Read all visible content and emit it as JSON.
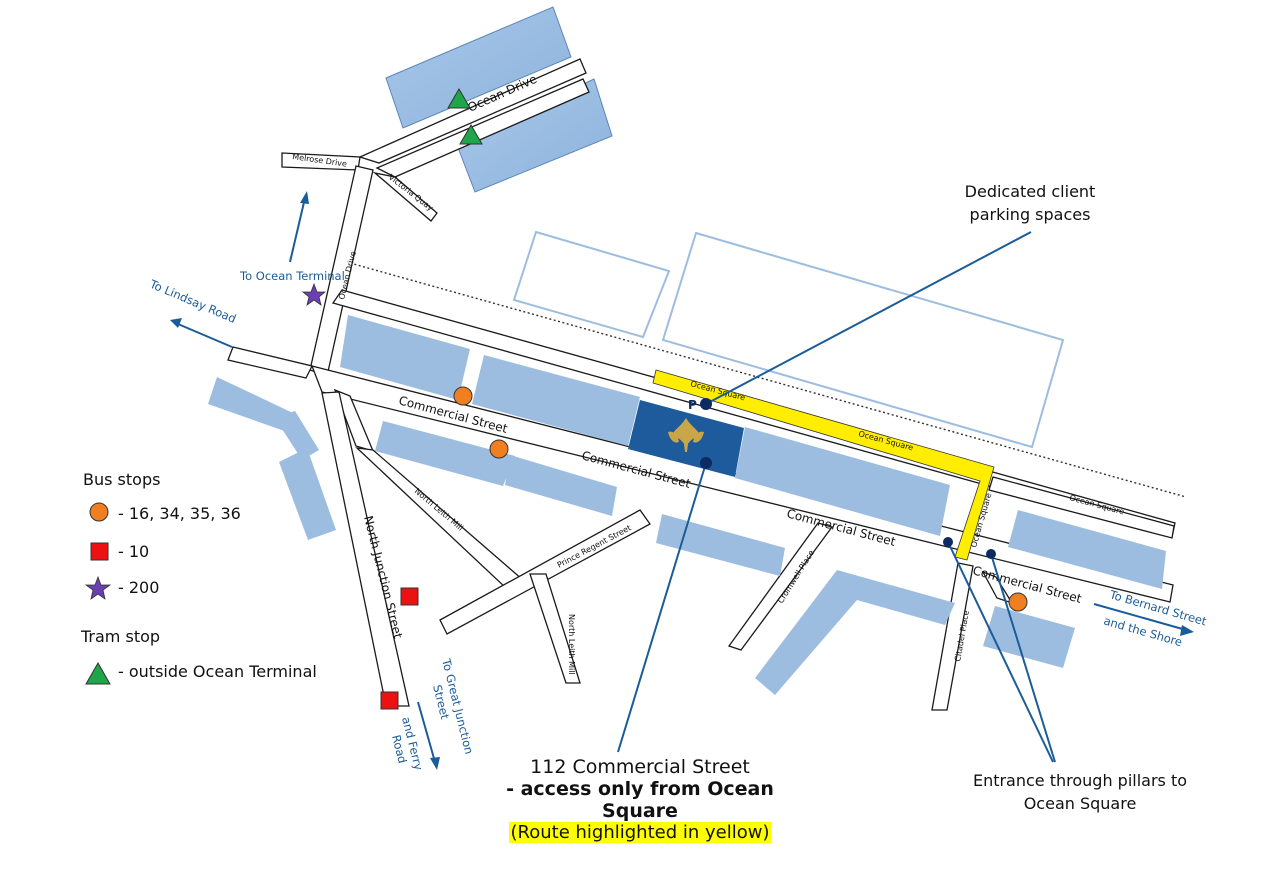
{
  "streets": {
    "commercial_street": "Commercial Street",
    "ocean_drive": "Ocean Drive",
    "melrose_drive": "Melrose Drive",
    "victoria_quay": "Victoria Quay",
    "ocean_square": "Ocean Square",
    "north_junction_street": "North Junction Street",
    "north_leith_mill": "North Leith Mill",
    "prince_regent_street": "Prince Regent Street",
    "cromwell_place": "Cromwell Place",
    "citadel_place": "Citadel Place"
  },
  "directions": {
    "to_ocean_terminal": "To Ocean Terminal",
    "to_lindsay_road": "To Lindsay Road",
    "to_bernard_street_1": "To Bernard Street",
    "to_bernard_street_2": "and the Shore",
    "to_great_junction_1": "To Great Junction",
    "to_great_junction_2": "Street",
    "ferry_road_1": "and Ferry",
    "ferry_road_2": "Road"
  },
  "parking_marker": "P",
  "callouts": {
    "parking": [
      "Dedicated client",
      "parking spaces"
    ],
    "address_line": "112 Commercial Street",
    "access_line": "- access only from Ocean Square",
    "route_note": "(Route highlighted in yellow)",
    "entrance": [
      "Entrance through pillars to",
      "Ocean Square"
    ]
  },
  "legend": {
    "bus_title": "Bus stops",
    "bus_orange": "- 16, 34, 35, 36",
    "bus_red": "- 10",
    "bus_star": "- 200",
    "tram_title": "Tram stop",
    "tram_green": "- outside Ocean Terminal"
  },
  "colors": {
    "building": "#9dbde0",
    "highlight_route": "#ffee00",
    "target_building": "#1d5b9c",
    "callout_line": "#1a5c99",
    "bus_orange": "#f07f22",
    "bus_red": "#ee1111",
    "bus_star": "#6a3fb3",
    "tram_green": "#1fa54a"
  }
}
